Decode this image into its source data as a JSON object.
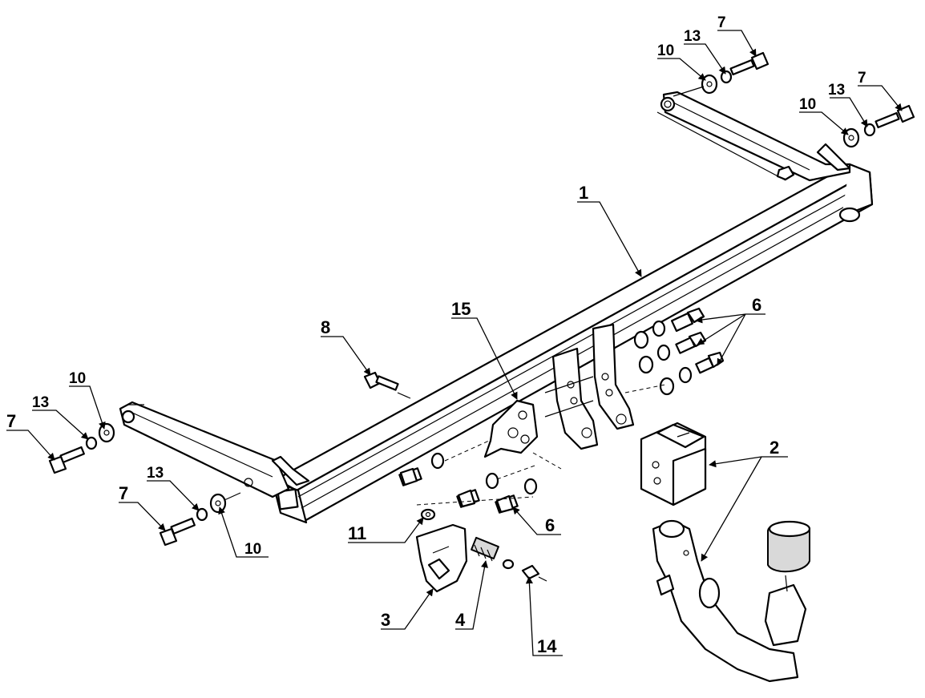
{
  "labels": {
    "l1": "1",
    "l2": "2",
    "l3": "3",
    "l4": "4",
    "l6a": "6",
    "l6b": "6",
    "l7a": "7",
    "l7b": "7",
    "l7c": "7",
    "l7d": "7",
    "l8": "8",
    "l10a": "10",
    "l10b": "10",
    "l10c": "10",
    "l10d": "10",
    "l11": "11",
    "l13a": "13",
    "l13b": "13",
    "l13c": "13",
    "l13d": "13",
    "l14": "14",
    "l15": "15"
  },
  "colors": {
    "line": "#000000",
    "fill": "#ffffff",
    "shade": "#d9d9d9"
  }
}
